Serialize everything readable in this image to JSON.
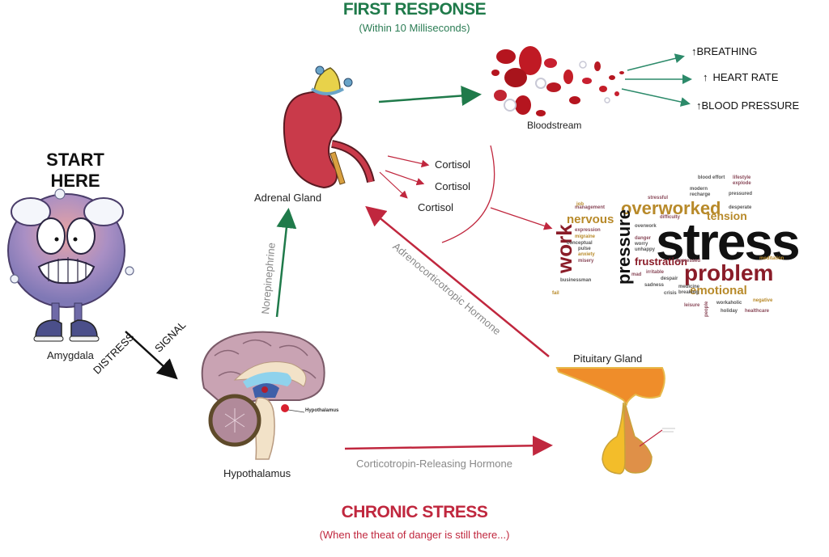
{
  "header": {
    "title": "FIRST RESPONSE",
    "subtitle": "(Within 10 Milliseconds)"
  },
  "footer": {
    "title": "CHRONIC STRESS",
    "subtitle": "(When the theat of danger is still there...)"
  },
  "start": {
    "label_line1": "START",
    "label_line2": "HERE"
  },
  "nodes": {
    "amygdala": "Amygdala",
    "hypothalamus": "Hypothalamus",
    "hypothalamus_inset": "Hypothalamus",
    "adrenal_gland": "Adrenal Gland",
    "bloodstream": "Bloodstream",
    "pituitary_gland": "Pituitary Gland"
  },
  "arrows": {
    "distress": "DISTRESS",
    "signal": "SIGNAL",
    "norepinephrine": "Norepinephrine",
    "acth": "Adrenocorticotropic Hormone",
    "crh": "Corticotropin-Releasing Hormone"
  },
  "cortisol": [
    "Cortisol",
    "Cortisol",
    "Cortisol"
  ],
  "effects": [
    {
      "arrow": "↑",
      "label": "BREATHING"
    },
    {
      "arrow": "↑",
      "label": "HEART RATE"
    },
    {
      "arrow": "↑",
      "label": "BLOOD PRESSURE"
    }
  ],
  "word_cloud": {
    "main": "stress",
    "words": [
      "overworked",
      "nervous",
      "work",
      "pressure",
      "frustration",
      "problem",
      "emotional",
      "tension",
      "depressed",
      "management",
      "expression",
      "migraine",
      "conceptual",
      "pulse",
      "anxiety",
      "misery",
      "danger",
      "worry",
      "unhappy",
      "overwork",
      "lifestyle",
      "explode",
      "pressured",
      "desperate",
      "blood effort",
      "modern",
      "recharge",
      "stressful",
      "difficulty",
      "despair",
      "sadness",
      "crisis",
      "medicine",
      "breaking",
      "workaholic",
      "negative",
      "holiday",
      "healthcare",
      "leisure",
      "people",
      "businessman",
      "job",
      "fail",
      "mad",
      "irritable",
      "meditation"
    ]
  },
  "colors": {
    "green": "#1f7a4a",
    "red": "#c0273e",
    "gray_text": "#888888"
  }
}
